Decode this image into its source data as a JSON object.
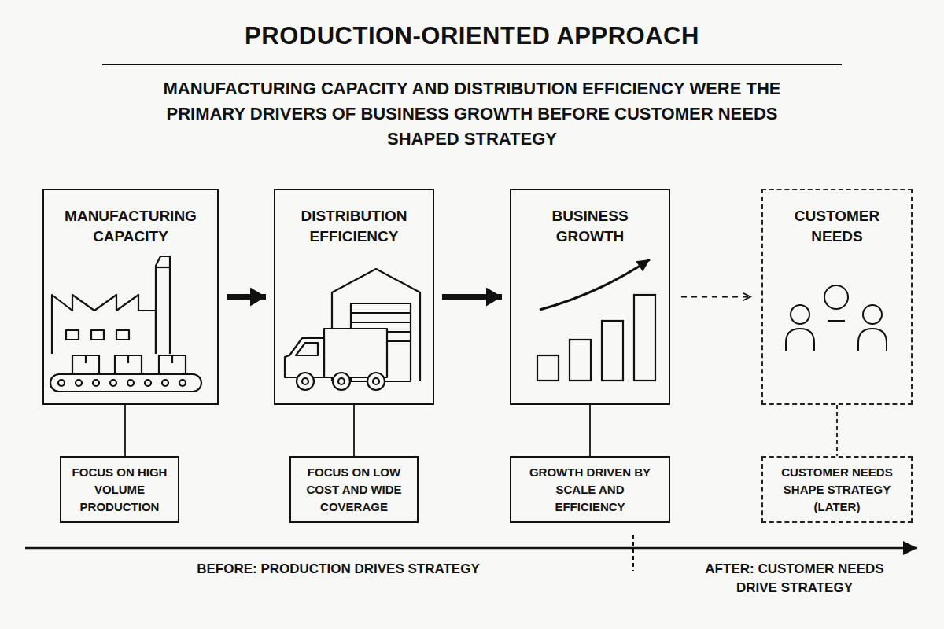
{
  "diagram": {
    "title": "PRODUCTION-ORIENTED APPROACH",
    "caption": "MANUFACTURING CAPACITY AND DISTRIBUTION EFFICIENCY WERE THE PRIMARY DRIVERS OF BUSINESS GROWTH BEFORE CUSTOMER NEEDS SHAPED STRATEGY",
    "nodes": [
      {
        "text": [
          "MANUFACTURING CAPACITY"
        ]
      },
      {
        "text": [
          "DISTRIBUTION EFFICIENCY"
        ]
      },
      {
        "text": [
          "BUSINESS GROWTH"
        ]
      },
      {
        "text": [
          "CUSTOMER NEEDS"
        ]
      },
      {
        "text": [
          "FOCUS ON HIGH VOLUME PRODUCTION"
        ]
      },
      {
        "text": [
          "FOCUS ON LOW COST AND WIDE COVERAGE"
        ]
      },
      {
        "text": [
          "GROWTH DRIVEN BY SCALE AND EFFICIENCY"
        ]
      },
      {
        "text": [
          "CUSTOMER NEEDS SHAPE STRATEGY (LATER)"
        ]
      }
    ],
    "edges": [
      {
        "from": 0,
        "to": 1,
        "arrow": "to"
      },
      {
        "from": 1,
        "to": 2,
        "arrow": "to"
      },
      {
        "from": 2,
        "to": 3,
        "arrow": "to"
      },
      {
        "from": 0,
        "to": 4,
        "arrow": "none"
      },
      {
        "from": 1,
        "to": 5,
        "arrow": "none"
      },
      {
        "from": 2,
        "to": 6,
        "arrow": "none"
      },
      {
        "from": 3,
        "to": 7,
        "arrow": "none"
      }
    ],
    "labels": [
      "BEFORE: PRODUCTION DRIVES STRATEGY",
      "AFTER: CUSTOMER NEEDS DRIVE STRATEGY"
    ]
  }
}
